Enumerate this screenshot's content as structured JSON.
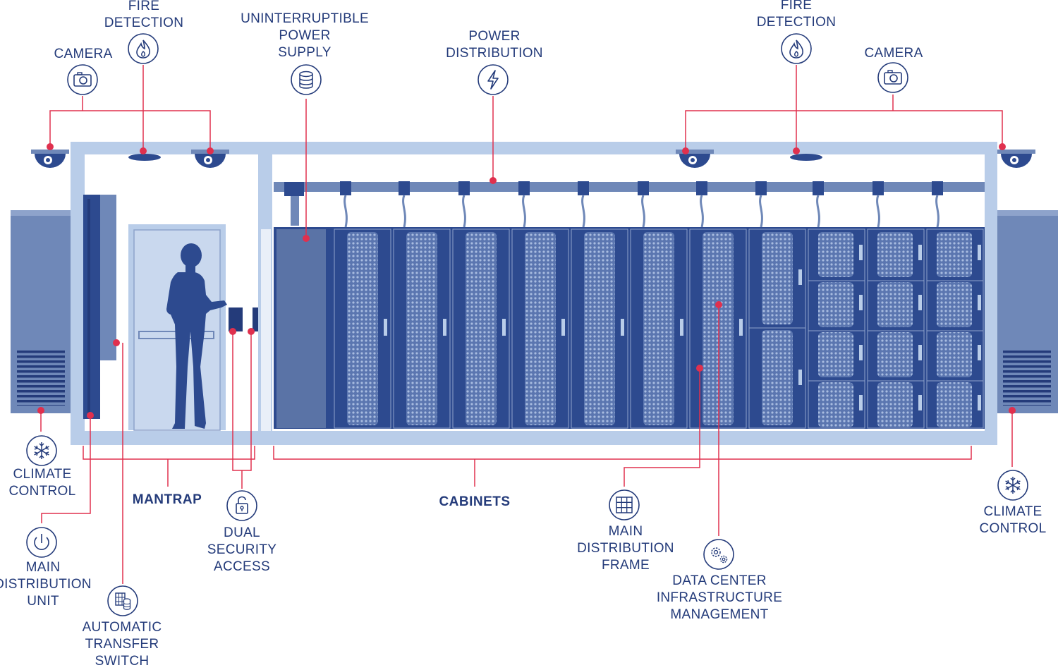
{
  "colors": {
    "navy": "#243b7a",
    "accent_red": "#e0304e",
    "light_blue": "#b9cde9",
    "mid_blue": "#6f88b8",
    "steel_blue": "#5a73a6",
    "rack_blue": "#2d4a8f"
  },
  "labels": {
    "fire_detection_left": [
      "FIRE",
      "DETECTION"
    ],
    "camera_left": [
      "CAMERA"
    ],
    "ups": [
      "UNINTERRUPTIBLE",
      "POWER",
      "SUPPLY"
    ],
    "power_distribution": [
      "POWER",
      "DISTRIBUTION"
    ],
    "fire_detection_right": [
      "FIRE",
      "DETECTION"
    ],
    "camera_right": [
      "CAMERA"
    ],
    "climate_control_left": [
      "CLIMATE",
      "CONTROL"
    ],
    "mantrap": [
      "MANTRAP"
    ],
    "dual_security_access": [
      "DUAL",
      "SECURITY",
      "ACCESS"
    ],
    "cabinets": [
      "CABINETS"
    ],
    "main_distribution_frame": [
      "MAIN",
      "DISTRIBUTION",
      "FRAME"
    ],
    "dcim": [
      "DATA CENTER",
      "INFRASTRUCTURE",
      "MANAGEMENT"
    ],
    "climate_control_right": [
      "CLIMATE",
      "CONTROL"
    ],
    "main_distribution_unit": [
      "MAIN",
      "DISTRIBUTION",
      "UNIT"
    ],
    "automatic_transfer_switch": [
      "AUTOMATIC",
      "TRANSFER",
      "SWITCH"
    ]
  },
  "icons": {
    "fire_left": "flame-icon",
    "camera_left": "camera-icon",
    "ups": "database-icon",
    "power": "lightning-icon",
    "fire_right": "flame-icon",
    "camera_right": "camera-icon",
    "climate_left": "snowflake-icon",
    "security": "padlock-icon",
    "mdf": "grid-icon",
    "dcim": "gears-icon",
    "climate_right": "snowflake-icon",
    "mdu": "power-icon",
    "ats": "transfer-switch-icon"
  }
}
